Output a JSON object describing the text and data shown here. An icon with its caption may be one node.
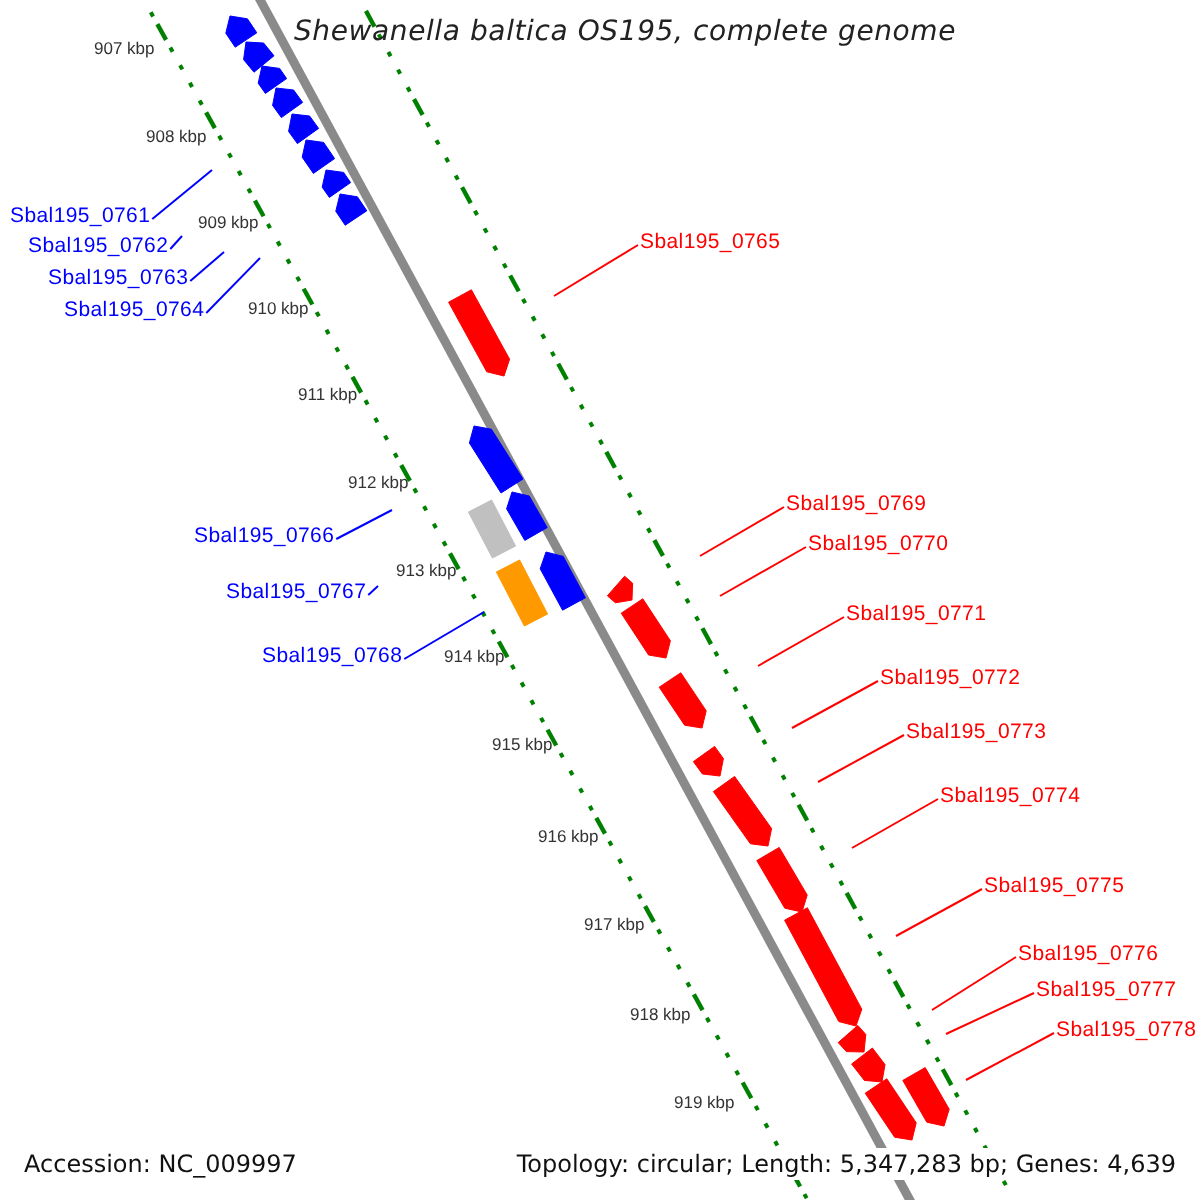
{
  "diagram": {
    "title": "Shewanella baltica OS195, complete genome",
    "nodes": [
      {
        "text": [
          "Sbal195_0761"
        ]
      },
      {
        "text": [
          "Sbal195_0762"
        ]
      },
      {
        "text": [
          "Sbal195_0763"
        ]
      },
      {
        "text": [
          "Sbal195_0764"
        ]
      },
      {
        "text": [
          "Sbal195_0765"
        ]
      },
      {
        "text": [
          "Sbal195_0766"
        ]
      },
      {
        "text": [
          "Sbal195_0767"
        ]
      },
      {
        "text": [
          "Sbal195_0768"
        ]
      },
      {
        "text": [
          "Sbal195_0769"
        ]
      },
      {
        "text": [
          "Sbal195_0770"
        ]
      },
      {
        "text": [
          "Sbal195_0771"
        ]
      },
      {
        "text": [
          "Sbal195_0772"
        ]
      },
      {
        "text": [
          "Sbal195_0773"
        ]
      },
      {
        "text": [
          "Sbal195_0774"
        ]
      },
      {
        "text": [
          "Sbal195_0775"
        ]
      },
      {
        "text": [
          "Sbal195_0776"
        ]
      },
      {
        "text": [
          "Sbal195_0777"
        ]
      },
      {
        "text": [
          "Sbal195_0778"
        ]
      }
    ],
    "edges": [
      {
        "from": 0,
        "to": null,
        "arrow": "none",
        "color": "#0000ff"
      },
      {
        "from": 1,
        "to": null,
        "arrow": "none",
        "color": "#0000ff"
      },
      {
        "from": 2,
        "to": null,
        "arrow": "none",
        "color": "#0000ff"
      },
      {
        "from": 3,
        "to": null,
        "arrow": "none",
        "color": "#0000ff"
      },
      {
        "from": 4,
        "to": null,
        "arrow": "none"
      },
      {
        "from": 5,
        "to": null,
        "arrow": "none",
        "color": "#0000ff"
      },
      {
        "from": 6,
        "to": null,
        "arrow": "none",
        "color": "#0000ff"
      },
      {
        "from": 7,
        "to": null,
        "arrow": "none",
        "color": "#0000ff"
      },
      {
        "from": 8,
        "to": null,
        "arrow": "none"
      },
      {
        "from": 9,
        "to": null,
        "arrow": "none"
      },
      {
        "from": 10,
        "to": null,
        "arrow": "none"
      },
      {
        "from": 11,
        "to": null,
        "arrow": "none"
      },
      {
        "from": 12,
        "to": null,
        "arrow": "none"
      },
      {
        "from": 13,
        "to": null,
        "arrow": "none"
      },
      {
        "from": 14,
        "to": null,
        "arrow": "none"
      },
      {
        "from": 15,
        "to": null,
        "arrow": "none"
      },
      {
        "from": 16,
        "to": null,
        "arrow": "none"
      },
      {
        "from": 17,
        "to": null,
        "arrow": "none"
      }
    ],
    "labels": [
      "907 kbp",
      "908 kbp",
      "909 kbp",
      "910 kbp",
      "911 kbp",
      "912 kbp",
      "913 kbp",
      "914 kbp",
      "915 kbp",
      "916 kbp",
      "917 kbp",
      "918 kbp",
      "919 kbp",
      "Accession: NC_009997",
      "Topology: circular; Length: 5,347,283 bp; Genes: 4,639"
    ]
  }
}
